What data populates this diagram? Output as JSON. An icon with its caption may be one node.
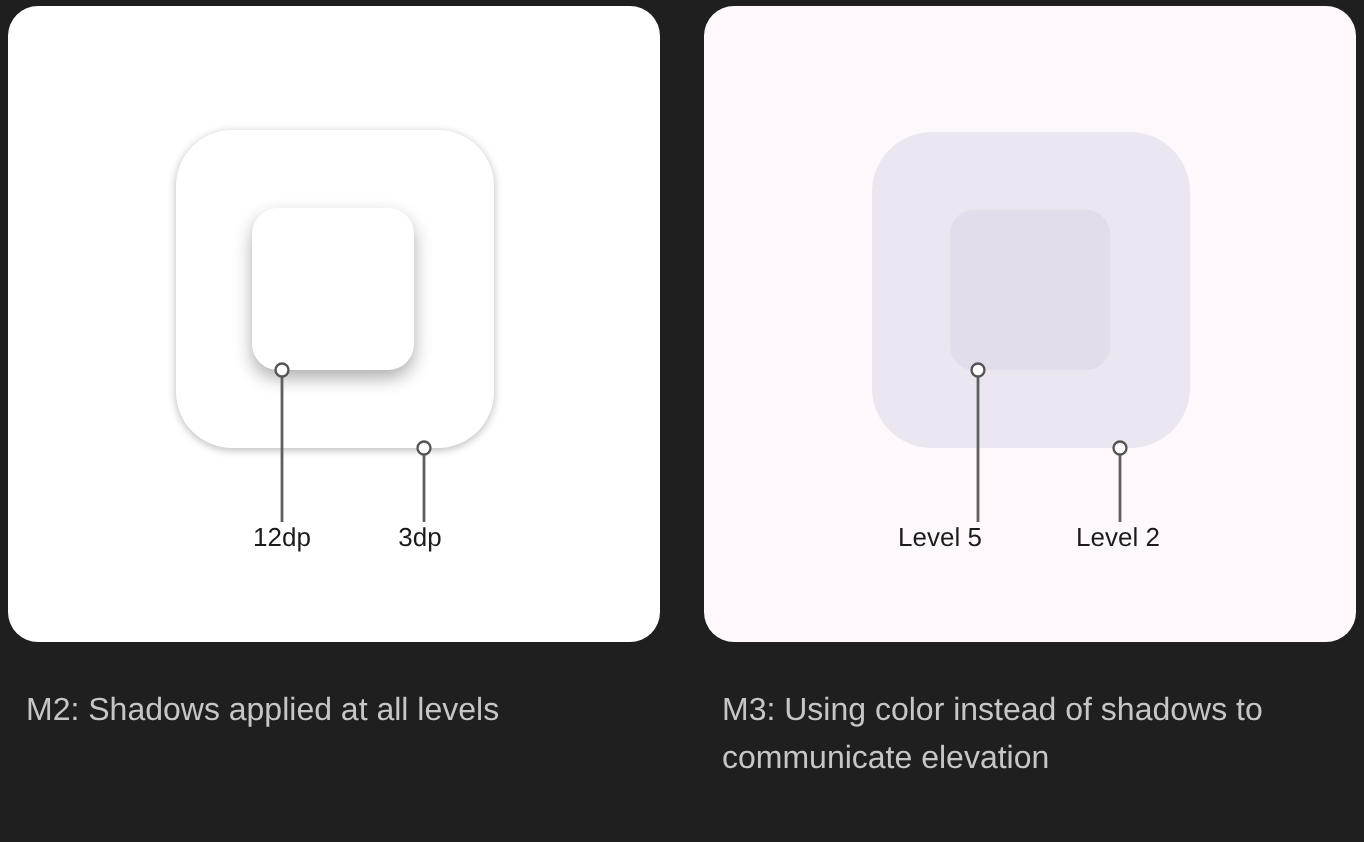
{
  "diagram": {
    "nodes": [
      {
        "text": [],
        "shape": "box",
        "beside": [
          "M2: Shadows applied at all levels"
        ]
      },
      {
        "text": [],
        "shape": "box",
        "in": 0
      },
      {
        "text": [],
        "shape": "box",
        "in": 1
      },
      {
        "text": [
          "12dp"
        ],
        "in": 0
      },
      {
        "text": [
          "3dp"
        ],
        "in": 0
      },
      {
        "text": [],
        "shape": "box",
        "beside": [
          "M3: Using color instead of shadows to communicate elevation"
        ]
      },
      {
        "text": [],
        "shape": "box",
        "in": 5
      },
      {
        "text": [],
        "shape": "box",
        "in": 6
      },
      {
        "text": [
          "Level 5"
        ],
        "in": 5
      },
      {
        "text": [
          "Level 2"
        ],
        "in": 5
      }
    ],
    "edges": [
      {
        "from": 3,
        "to": 2,
        "arrow": "other"
      },
      {
        "from": 4,
        "to": 1,
        "arrow": "other"
      },
      {
        "from": 8,
        "to": 7,
        "arrow": "other"
      },
      {
        "from": 9,
        "to": 6,
        "arrow": "other"
      }
    ]
  }
}
